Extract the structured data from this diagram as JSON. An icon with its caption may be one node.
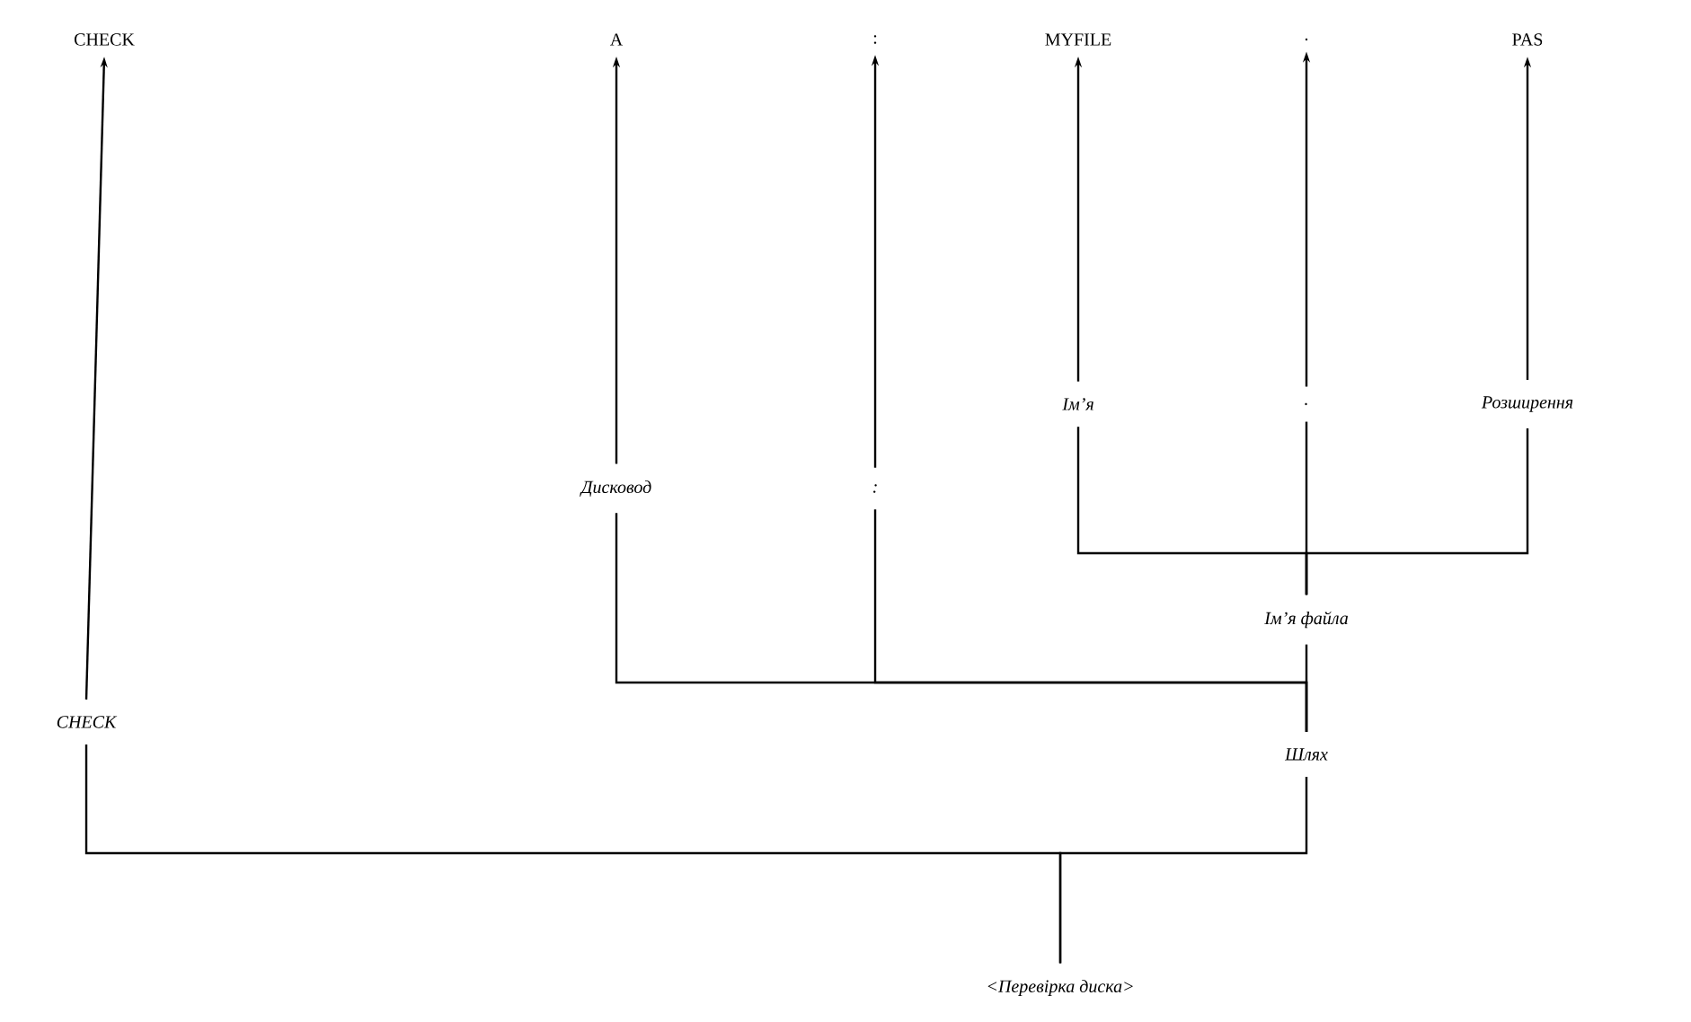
{
  "diagram": {
    "nodes": [
      {
        "text": [
          "CHECK"
        ]
      },
      {
        "text": [
          "A"
        ]
      },
      {
        "text": [
          ":"
        ]
      },
      {
        "text": [
          "MYFILE"
        ]
      },
      {
        "text": [
          "."
        ]
      },
      {
        "text": [
          "PAS"
        ]
      },
      {
        "text": [
          "Ім’я"
        ]
      },
      {
        "text": [
          "."
        ]
      },
      {
        "text": [
          "Розширення"
        ]
      },
      {
        "text": [
          "Дисковод"
        ]
      },
      {
        "text": [
          ":"
        ]
      },
      {
        "text": [
          "Ім’я файла"
        ]
      },
      {
        "text": [
          "CHECK"
        ]
      },
      {
        "text": [
          "Шлях"
        ]
      },
      {
        "text": [
          "<Перевірка диска>"
        ]
      }
    ],
    "edges": [
      {
        "from": 12,
        "to": 0,
        "arrow": "to"
      },
      {
        "from": 9,
        "to": 1,
        "arrow": "to"
      },
      {
        "from": 10,
        "to": 2,
        "arrow": "to"
      },
      {
        "from": 6,
        "to": 3,
        "arrow": "to"
      },
      {
        "from": 7,
        "to": 4,
        "arrow": "to"
      },
      {
        "from": 8,
        "to": 5,
        "arrow": "to"
      },
      {
        "from": 6,
        "to": 11,
        "arrow": "none"
      },
      {
        "from": 7,
        "to": 11,
        "arrow": "none"
      },
      {
        "from": 8,
        "to": 11,
        "arrow": "none"
      },
      {
        "from": 9,
        "to": 13,
        "arrow": "none"
      },
      {
        "from": 10,
        "to": 13,
        "arrow": "none"
      },
      {
        "from": 11,
        "to": 13,
        "arrow": "none"
      },
      {
        "from": 12,
        "to": 14,
        "arrow": "none"
      },
      {
        "from": 13,
        "to": 14,
        "arrow": "none"
      }
    ]
  }
}
